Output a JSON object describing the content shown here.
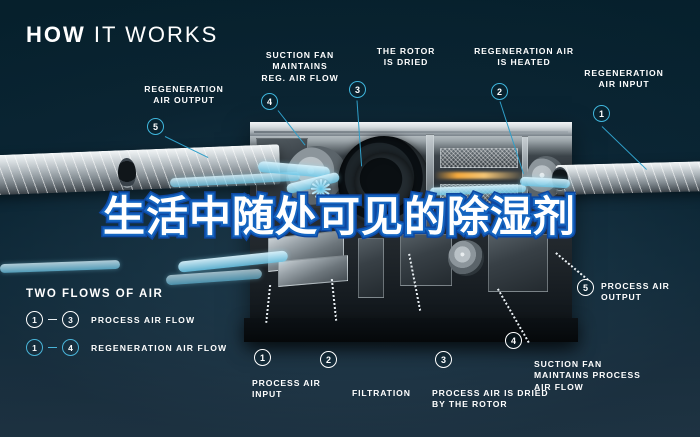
{
  "headline": {
    "bold": "HOW",
    "light": " IT WORKS"
  },
  "overlay_text": "生活中随处可见的除湿剂",
  "colors": {
    "background_top": "#06202c",
    "background_bottom": "#1f3443",
    "accent_cyan": "#49b4d8",
    "flow_blue": "#8fd4ec",
    "overlay_outline": "#1565c0",
    "heat_orange": "#ffb03c"
  },
  "callouts": [
    {
      "number": "5",
      "label": "REGENERATION\nAIR OUTPUT",
      "group": "regeneration"
    },
    {
      "number": "4",
      "label": "SUCTION FAN\nMAINTAINS\nREG. AIR FLOW",
      "group": "regeneration"
    },
    {
      "number": "3",
      "label": "THE ROTOR\nIS DRIED",
      "group": "regeneration"
    },
    {
      "number": "2",
      "label": "REGENERATION AIR\nIS HEATED",
      "group": "regeneration"
    },
    {
      "number": "1",
      "label": "REGENERATION\nAIR INPUT",
      "group": "regeneration"
    },
    {
      "number": "1",
      "label": "PROCESS AIR\nINPUT",
      "group": "process"
    },
    {
      "number": "2",
      "label": "FILTRATION",
      "group": "process"
    },
    {
      "number": "3",
      "label": "PROCESS AIR IS DRIED\nBY THE ROTOR",
      "group": "process"
    },
    {
      "number": "4",
      "label": "SUCTION FAN\nMAINTAINS PROCESS\nAIR FLOW",
      "group": "process"
    },
    {
      "number": "5",
      "label": "PROCESS AIR\nOUTPUT",
      "group": "process"
    }
  ],
  "legend": {
    "title": "TWO FLOWS OF AIR",
    "rows": [
      {
        "from": "1",
        "to": "3",
        "label": "PROCESS AIR FLOW",
        "style": "white"
      },
      {
        "from": "1",
        "to": "4",
        "label": "REGENERATION AIR FLOW",
        "style": "cyan"
      }
    ]
  }
}
